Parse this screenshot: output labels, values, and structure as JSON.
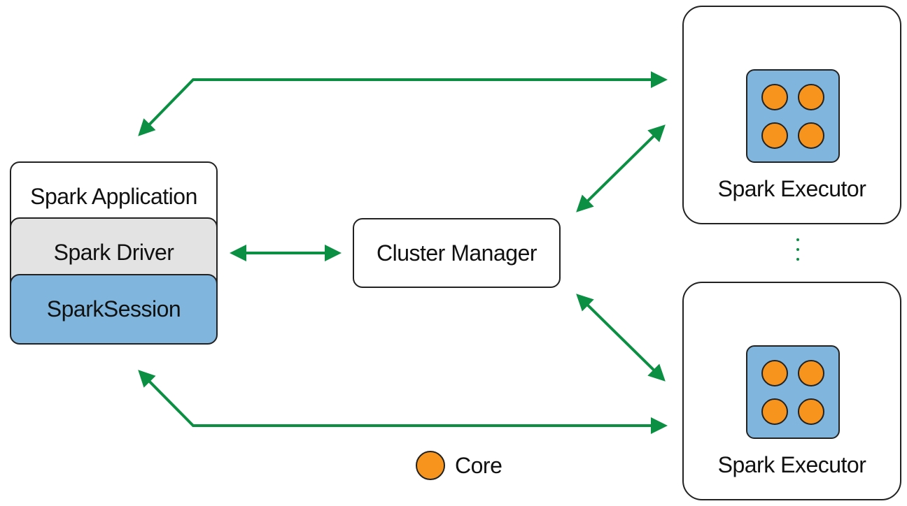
{
  "spark_application": {
    "label": "Spark Application"
  },
  "spark_driver": {
    "label": "Spark Driver"
  },
  "spark_session": {
    "label": "SparkSession"
  },
  "cluster_manager": {
    "label": "Cluster Manager"
  },
  "executors": [
    {
      "label": "Spark Executor",
      "cores": 4
    },
    {
      "label": "Spark Executor",
      "cores": 4
    }
  ],
  "ellipsis": "⋮",
  "legend": {
    "core_label": "Core"
  },
  "colors": {
    "arrow": "#0b8f43",
    "session_fill": "#80b6dd",
    "driver_fill": "#e3e3e3",
    "core_fill": "#f7941d",
    "outline": "#222222"
  }
}
